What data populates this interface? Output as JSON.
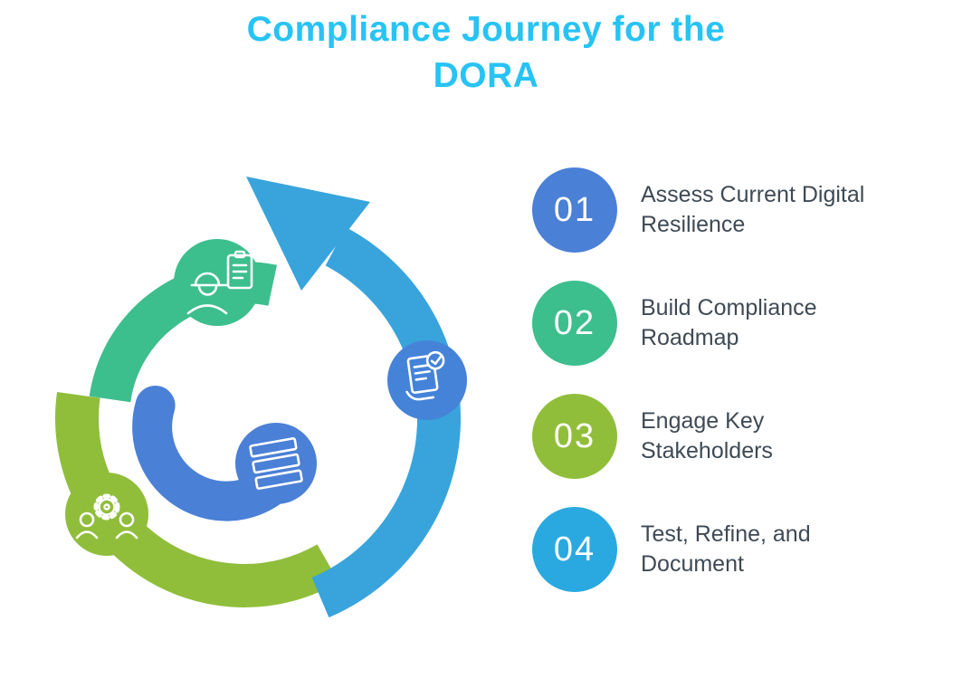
{
  "title": {
    "line1": "Compliance Journey for the",
    "line2": "DORA"
  },
  "steps": [
    {
      "number": "01",
      "label": "Assess Current Digital\nResilience",
      "color": "#4A80D6"
    },
    {
      "number": "02",
      "label": "Build Compliance\nRoadmap",
      "color": "#3DBE8D"
    },
    {
      "number": "03",
      "label": "Engage Key\nStakeholders",
      "color": "#90BE3B"
    },
    {
      "number": "04",
      "label": "Test, Refine, and\nDocument",
      "color": "#2AA9E0"
    }
  ],
  "diagram": {
    "type": "circular-spiral-arrow-cycle",
    "arrow_color": "#39A4DC",
    "inner_arc_color": "#4A80D6",
    "segment_colors": {
      "green": "#3DBE8D",
      "olive": "#90BE3B",
      "blue": "#39A4DC"
    },
    "icon_badges": [
      {
        "icon": "engineer-checklist-icon",
        "color": "#3DBE8D"
      },
      {
        "icon": "hand-checklist-icon",
        "color": "#4583D8"
      },
      {
        "icon": "team-gear-icon",
        "color": "#90BE3B"
      },
      {
        "icon": "stack-icon",
        "color": "#4A80D6"
      }
    ]
  },
  "theme": {
    "title_color": "#27C3F4",
    "text_color": "#3E4A55",
    "background": "#FFFFFF"
  }
}
